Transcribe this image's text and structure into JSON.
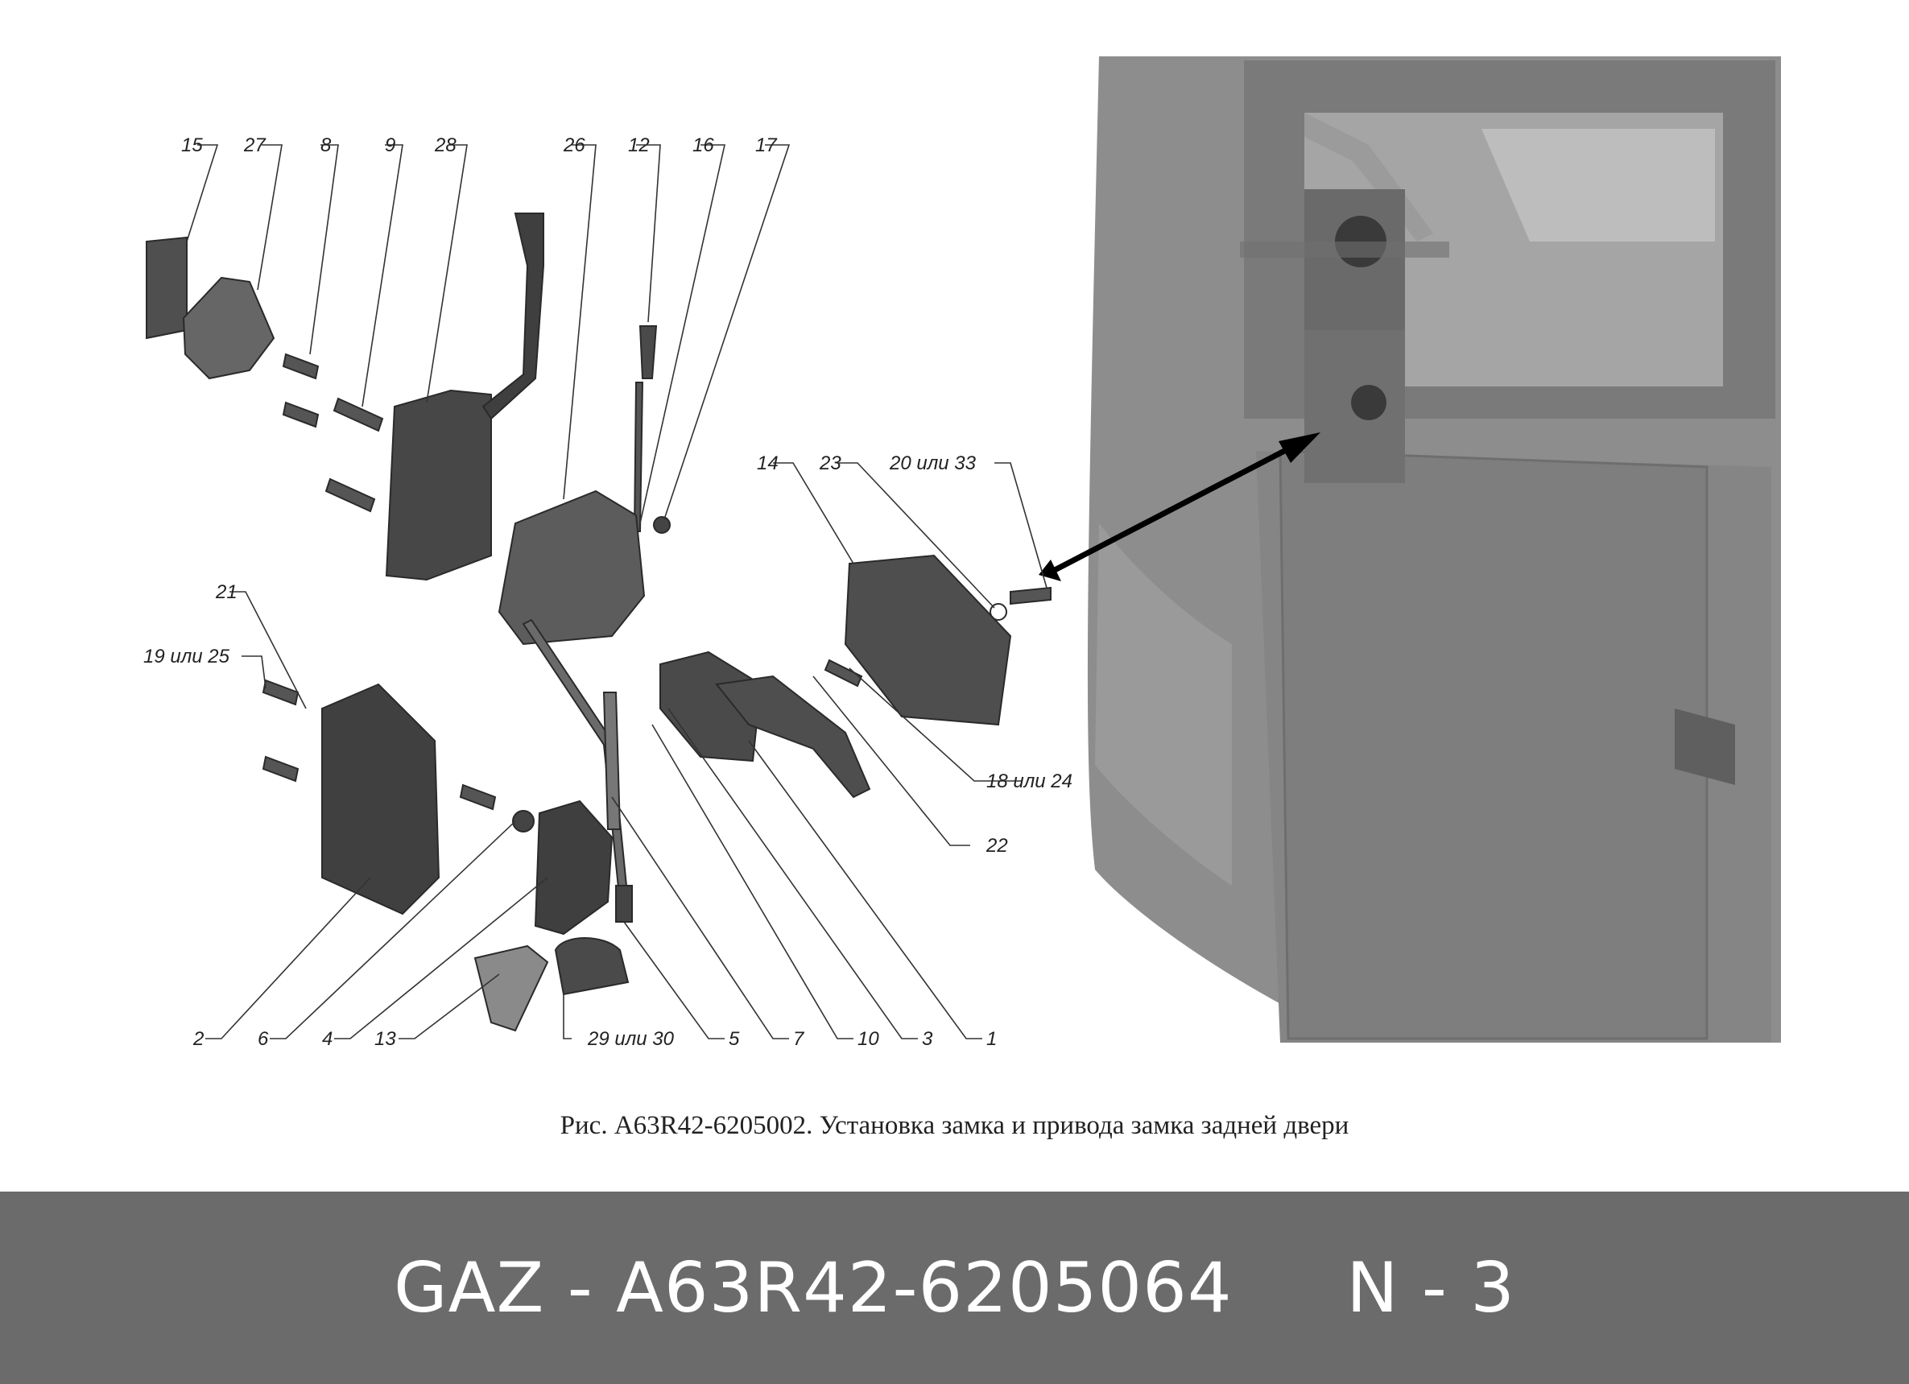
{
  "diagram": {
    "callouts": [
      {
        "id": "15",
        "label": "15"
      },
      {
        "id": "27",
        "label": "27"
      },
      {
        "id": "8",
        "label": "8"
      },
      {
        "id": "9",
        "label": "9"
      },
      {
        "id": "28",
        "label": "28"
      },
      {
        "id": "26",
        "label": "26"
      },
      {
        "id": "12",
        "label": "12"
      },
      {
        "id": "16",
        "label": "16"
      },
      {
        "id": "17",
        "label": "17"
      },
      {
        "id": "14",
        "label": "14"
      },
      {
        "id": "23",
        "label": "23"
      },
      {
        "id": "20",
        "label": "20 или 33"
      },
      {
        "id": "21",
        "label": "21"
      },
      {
        "id": "19",
        "label": "19 или 25"
      },
      {
        "id": "18",
        "label": "18 или 24"
      },
      {
        "id": "22",
        "label": "22"
      },
      {
        "id": "2",
        "label": "2"
      },
      {
        "id": "6",
        "label": "6"
      },
      {
        "id": "4",
        "label": "4"
      },
      {
        "id": "13",
        "label": "13"
      },
      {
        "id": "29",
        "label": "29 или 30"
      },
      {
        "id": "5",
        "label": "5"
      },
      {
        "id": "7",
        "label": "7"
      },
      {
        "id": "10",
        "label": "10"
      },
      {
        "id": "3",
        "label": "3"
      },
      {
        "id": "1",
        "label": "1"
      }
    ]
  },
  "caption": "Рис. А63R42-6205002. Установка замка и привода замка задней двери",
  "footer": {
    "label": "GAZ - A63R42-6205064     N - 3",
    "background": "#6b6b6b",
    "text_color": "#ffffff"
  }
}
